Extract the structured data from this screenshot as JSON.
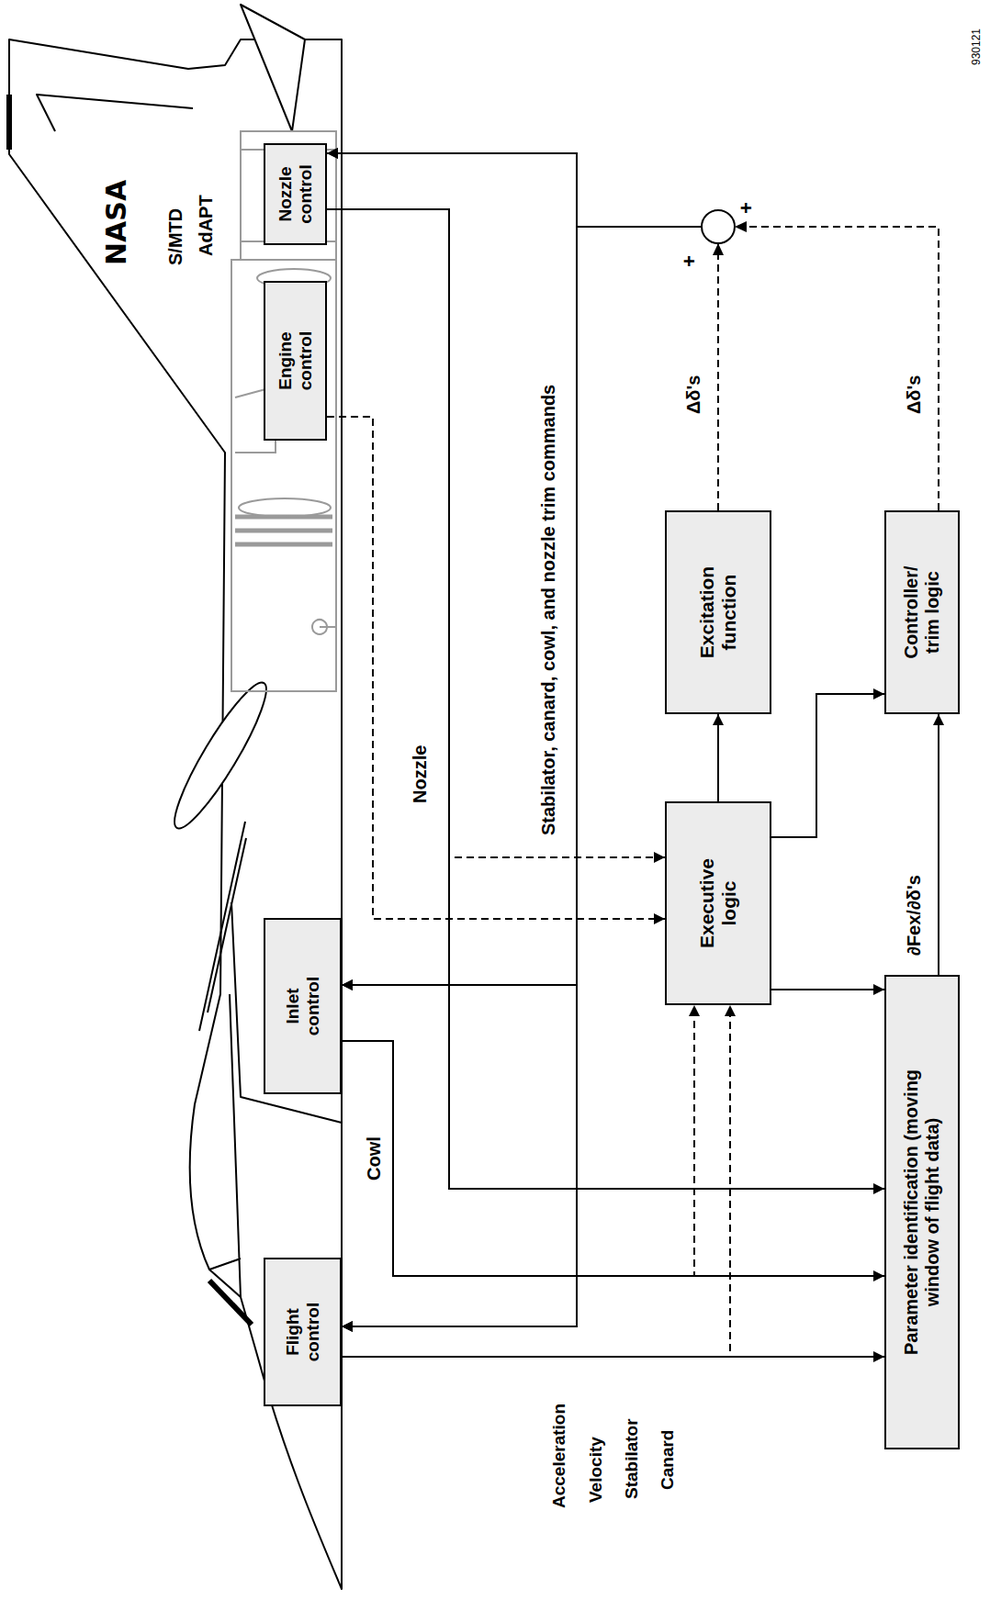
{
  "diagram": {
    "nodes": [
      {
        "text": [
          "Flight control"
        ]
      },
      {
        "text": [
          "Inlet control"
        ]
      },
      {
        "text": [
          "Engine control"
        ]
      },
      {
        "text": [
          "Nozzle control"
        ]
      },
      {
        "text": [
          "Executive logic"
        ]
      },
      {
        "text": [
          "Excitation function"
        ]
      },
      {
        "text": [
          "Parameter identification (moving window of flight data)"
        ]
      },
      {
        "text": [
          "Controller/ trim logic"
        ]
      }
    ],
    "edges": [
      {
        "from": 0,
        "to": 6,
        "arrow": "to"
      },
      {
        "from": 1,
        "to": 6,
        "arrow": "to",
        "label": "Cowl"
      },
      {
        "from": 3,
        "to": 6,
        "arrow": "to",
        "label": "Nozzle"
      },
      {
        "from": 0,
        "to": 4,
        "arrow": "to"
      },
      {
        "from": 1,
        "to": 4,
        "arrow": "to"
      },
      {
        "from": 3,
        "to": 4,
        "arrow": "to"
      },
      {
        "from": 2,
        "to": 4,
        "arrow": "to"
      },
      {
        "from": 4,
        "to": 6,
        "arrow": "to"
      },
      {
        "from": 4,
        "to": 5,
        "arrow": "to"
      },
      {
        "from": 4,
        "to": 7,
        "arrow": "to"
      },
      {
        "from": 6,
        "to": 7,
        "arrow": "to",
        "label": "∂Fex/∂δ's"
      },
      {
        "from": 5,
        "to": 0,
        "arrow": "to"
      },
      {
        "from": 5,
        "to": 1,
        "arrow": "to"
      },
      {
        "from": 5,
        "to": 3,
        "arrow": "to"
      },
      {
        "from": 7,
        "to": 0,
        "arrow": "to"
      },
      {
        "from": 7,
        "to": 1,
        "arrow": "to"
      },
      {
        "from": 7,
        "to": 3,
        "arrow": "to"
      }
    ],
    "labels": [
      "NASA",
      "S/MTD",
      "AdAPT",
      "Stabilator, canard, cowl, and nozzle trim commands",
      "Acceleration",
      "Velocity",
      "Stabilator",
      "Canard",
      "Δδ's",
      "Δδ's",
      "+",
      "+",
      "930121"
    ]
  }
}
